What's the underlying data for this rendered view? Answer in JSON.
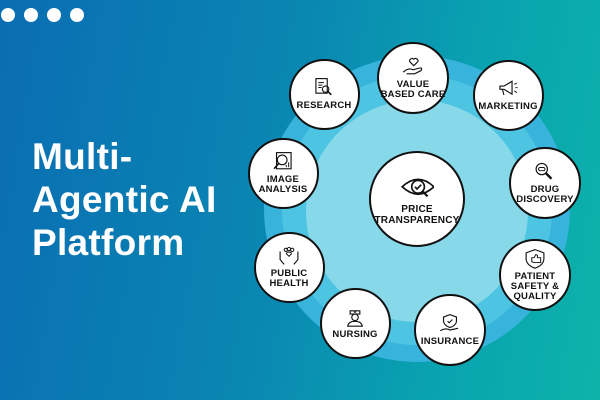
{
  "title_lines": [
    "Multi-",
    "Agentic AI",
    "Platform"
  ],
  "center": {
    "label": "PRICE TRANSPARENCY",
    "icon": "eye-check-icon"
  },
  "nodes": [
    {
      "label": "RESEARCH",
      "icon": "document-search-icon"
    },
    {
      "label": "VALUE BASED CARE",
      "icon": "heart-hand-icon"
    },
    {
      "label": "MARKETING",
      "icon": "megaphone-icon"
    },
    {
      "label": "DRUG DISCOVERY",
      "icon": "pill-magnifier-icon"
    },
    {
      "label": "PATIENT SAFETY & QUALITY",
      "icon": "shield-thumbs-up-icon"
    },
    {
      "label": "INSURANCE",
      "icon": "shield-hand-icon"
    },
    {
      "label": "NURSING",
      "icon": "nurse-icon"
    },
    {
      "label": "PUBLIC HEALTH",
      "icon": "people-hands-icon"
    },
    {
      "label": "IMAGE ANALYSIS",
      "icon": "image-magnifier-icon"
    }
  ],
  "colors": {
    "ring_outer": "#3ab6dc",
    "ring_mid": "#4cc3e0",
    "ring_inner": "#86d9ea"
  }
}
